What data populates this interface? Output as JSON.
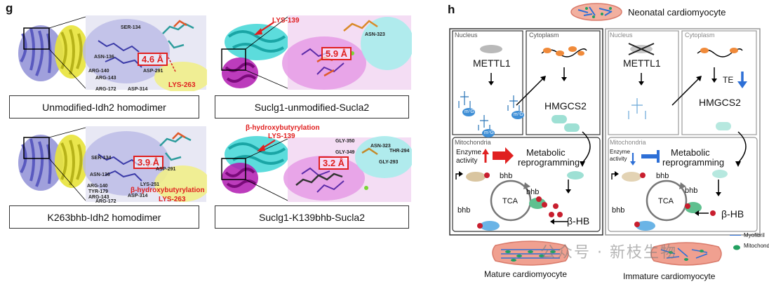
{
  "panel_g": {
    "label": "g",
    "structures": [
      {
        "caption": "Unmodified-Idh2 homodimer",
        "distance": "4.6 Å",
        "residues": [
          "SER-134",
          "ASN-136",
          "ARG-140",
          "ARG-143",
          "ARG-172",
          "ASP-314",
          "ASP-291"
        ],
        "modified_site": "LYS-263"
      },
      {
        "caption": "Suclg1-unmodified-Sucla2",
        "distance": "5.9 Å",
        "residues": [
          "ASN-323"
        ],
        "modified_site": "LYS-139"
      },
      {
        "caption": "K263bhb-Idh2 homodimer",
        "distance": "3.9 Å",
        "residues": [
          "SER-134",
          "ASN-136",
          "ARG-140",
          "TYR-179",
          "ARG-143",
          "ARG-172",
          "ASP-314",
          "ASP-291",
          "LYS-251"
        ],
        "modification": "β-hydroxybutyrylation",
        "modified_site": "LYS-263"
      },
      {
        "caption": "Suclg1-K139bhb-Sucla2",
        "distance": "3.2 Å",
        "residues": [
          "GLY-350",
          "ASN-323",
          "THR-294",
          "GLY-349",
          "GLY-293"
        ],
        "modification": "β-hydroxybutyrylation",
        "modified_site": "LYS-139"
      }
    ]
  },
  "panel_h": {
    "label": "h",
    "neonatal_title": "Neonatal cardiomyocyte",
    "mature_caption": "Mature cardiomyocyte",
    "immature_caption": "Immature cardiomyocyte",
    "legend": {
      "myofibril": "Myofibril",
      "mitochondria": "Mitochondria"
    },
    "left": {
      "nucleus": "Nucleus",
      "cytoplasm": "Cytoplasm",
      "mitochondria": "Mitochondria",
      "mettl1": "METTL1",
      "hmgcs2": "HMGCS2",
      "enzyme_activity": [
        "Enzyme",
        "activity"
      ],
      "metabolic": [
        "Metabolic",
        "reprogramming"
      ],
      "bhb": "bhb",
      "tca": "TCA",
      "beta_hb": "β-HB",
      "m7g": "m⁷G"
    },
    "right": {
      "nucleus": "Nucleus",
      "cytoplasm": "Cytoplasm",
      "mitochondria": "Mitochondria",
      "mettl1": "METTL1",
      "te": "TE",
      "hmgcs2": "HMGCS2",
      "enzyme_activity": [
        "Enzyme",
        "activity"
      ],
      "metabolic": [
        "Metabolic",
        "reprogramming"
      ],
      "bhb": "bhb",
      "tca": "TCA",
      "beta_hb": "β-HB"
    }
  },
  "watermark": "公众号 · 新枝生物"
}
